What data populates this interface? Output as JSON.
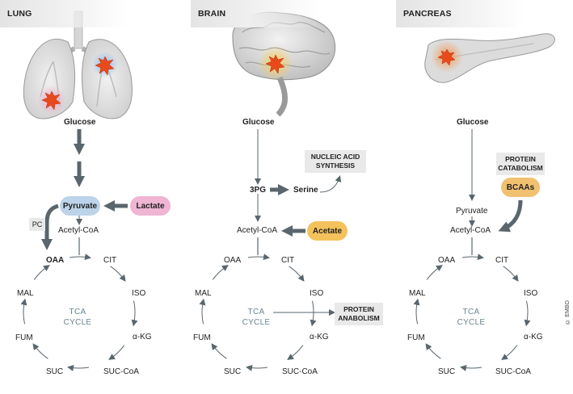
{
  "panels": {
    "lung": {
      "title": "LUNG",
      "glucose": "Glucose",
      "pyruvate": "Pyruvate",
      "lactate": "Lactate",
      "pc": "PC",
      "acetyl": "Acetyl-CoA",
      "oaa": "OAA",
      "cit": "CIT",
      "iso": "ISO",
      "akg": "α-KG",
      "succoa": "SUC-CoA",
      "suc": "SUC",
      "fum": "FUM",
      "mal": "MAL",
      "tca1": "TCA",
      "tca2": "CYCLE"
    },
    "brain": {
      "title": "BRAIN",
      "glucose": "Glucose",
      "pg3": "3PG",
      "serine": "Serine",
      "nucleic": "NUCLEIC ACID SYNTHESIS",
      "acetate": "Acetate",
      "acetyl": "Acetyl-CoA",
      "oaa": "OAA",
      "cit": "CIT",
      "iso": "ISO",
      "akg": "α-KG",
      "succoa": "SUC-CoA",
      "suc": "SUC",
      "fum": "FUM",
      "mal": "MAL",
      "tca1": "TCA",
      "tca2": "CYCLE",
      "protein": "PROTEIN ANABOLISM"
    },
    "pancreas": {
      "title": "PANCREAS",
      "glucose": "Glucose",
      "catabolism": "PROTEIN CATABOLISM",
      "bcaas": "BCAAs",
      "pyruvate": "Pyruvate",
      "acetyl": "Acetyl-CoA",
      "oaa": "OAA",
      "cit": "CIT",
      "iso": "ISO",
      "akg": "α-KG",
      "succoa": "SUC-CoA",
      "suc": "SUC",
      "fum": "FUM",
      "mal": "MAL",
      "tca1": "TCA",
      "tca2": "CYCLE"
    }
  },
  "credit": "© EMBO",
  "colors": {
    "arrow": "#5a666d",
    "pyruvate_fill": "#bcd3ea",
    "lactate_fill": "#efb5d3",
    "acetate_fill": "#f4c25c",
    "bcaa_fill": "#f1c070",
    "tumor": "#e84a1c",
    "tag_bg": "#e4e4e4"
  },
  "icons": [
    "lung-illustration",
    "brain-illustration",
    "pancreas-illustration",
    "tumor-icon"
  ]
}
